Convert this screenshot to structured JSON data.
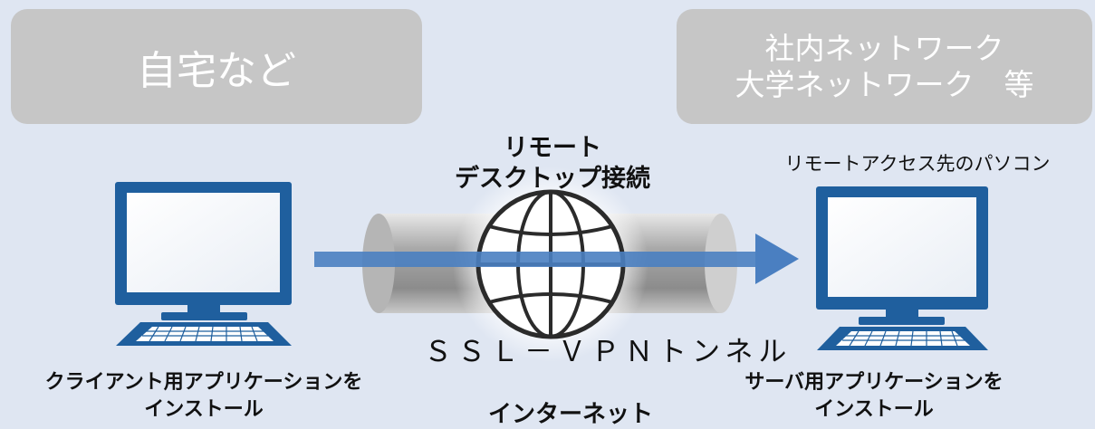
{
  "home_box": {
    "label": "自宅など"
  },
  "corp_box": {
    "line1": "社内ネットワーク",
    "line2": "大学ネットワーク　等"
  },
  "remote_desktop": {
    "line1": "リモート",
    "line2": "デスクトップ接続"
  },
  "remote_pc_label": "リモートアクセス先のパソコン",
  "tunnel_label": "ＳＳＬ－ＶＰＮトンネル",
  "client_label": {
    "line1": "クライアント用アプリケーションを",
    "line2": "インストール"
  },
  "internet_label": "インターネット",
  "server_label": {
    "line1": "サーバ用アプリケーションを",
    "line2": "インストール"
  },
  "colors": {
    "monitor": "#1f5f9e",
    "arrow": "#4a7fc1",
    "box": "#c6c6c6",
    "background": "#dfe6f2"
  },
  "icons": [
    "client-computer-icon",
    "server-computer-icon",
    "globe-icon",
    "tunnel-cylinder-icon",
    "arrow-icon"
  ]
}
